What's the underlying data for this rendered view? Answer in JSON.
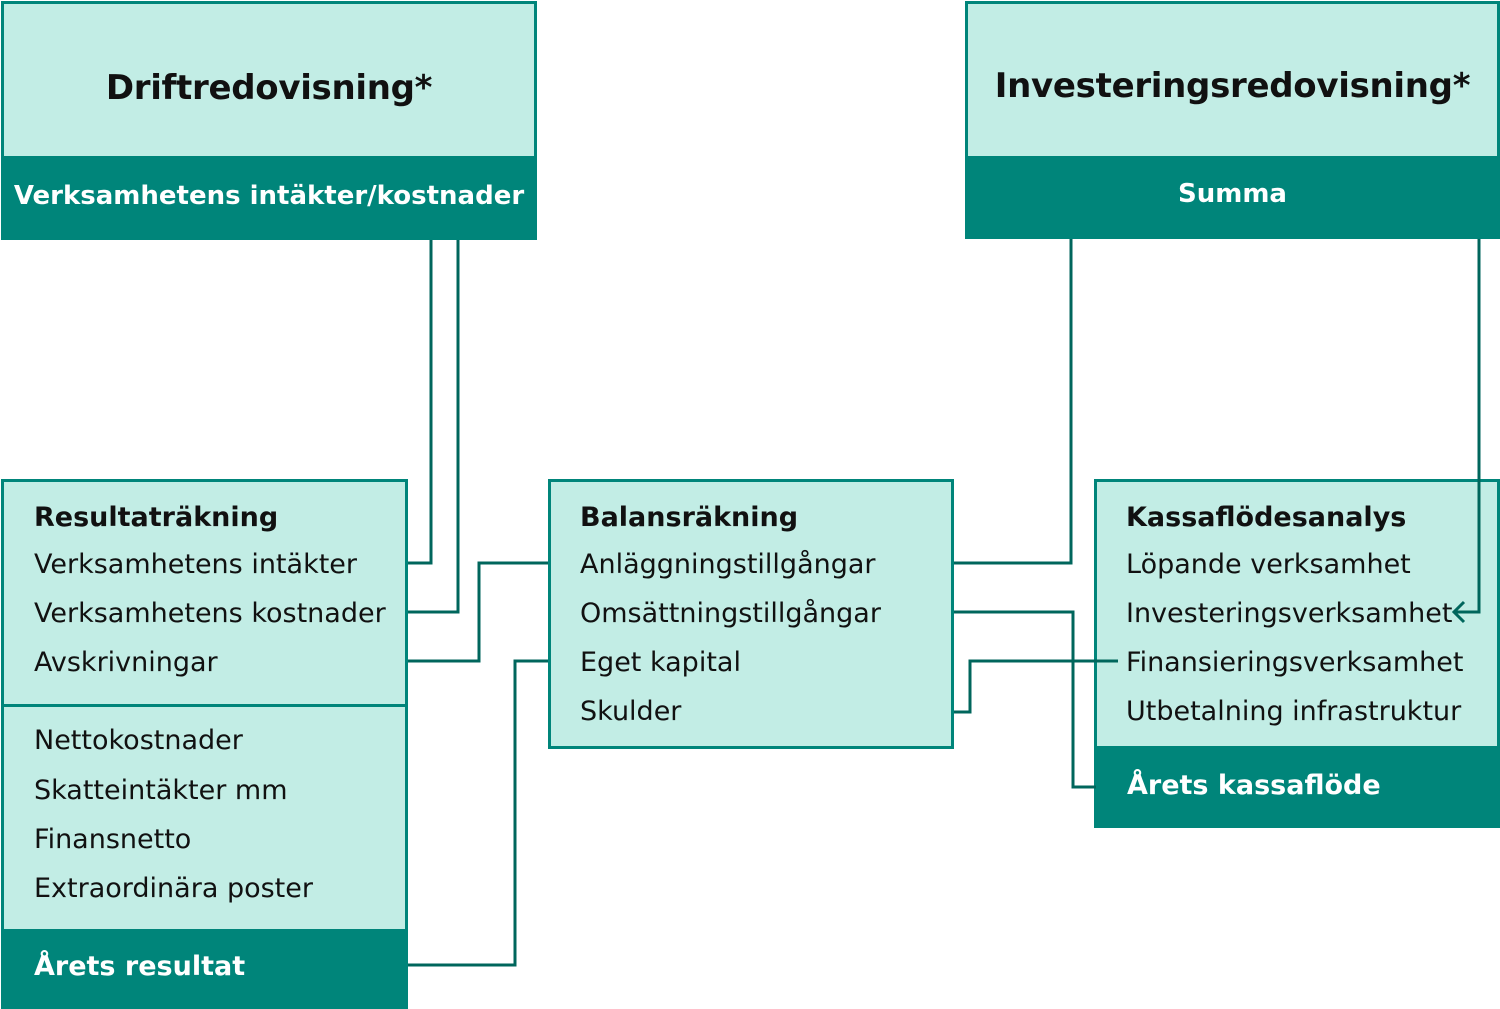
{
  "drift": {
    "title": "Driftredovisning*",
    "footer": "Verksamhetens intäkter/kostnader"
  },
  "investering": {
    "title": "Investeringsredovisning*",
    "footer": "Summa"
  },
  "resultat": {
    "title": "Resultaträkning",
    "items": [
      "Verksamhetens intäkter",
      "Verksamhetens kostnader",
      "Avskrivningar"
    ],
    "items2": [
      "Nettokostnader",
      "Skatteintäkter mm",
      "Finansnetto",
      "Extraordinära poster"
    ],
    "footer": "Årets resultat"
  },
  "balans": {
    "title": "Balansräkning",
    "items": [
      "Anläggningstillgångar",
      "Omsättningstillgångar",
      "Eget kapital",
      "Skulder"
    ]
  },
  "kassa": {
    "title": "Kassaflödesanalys",
    "items": [
      "Löpande verksamhet",
      "Investeringsverksamhet",
      "Finansieringsverksamhet",
      "Utbetalning infrastruktur"
    ],
    "footer": "Årets kassaflöde"
  },
  "colors": {
    "light_fill": "#c2ede5",
    "dark_teal": "#00857a",
    "connector": "#00665c"
  }
}
